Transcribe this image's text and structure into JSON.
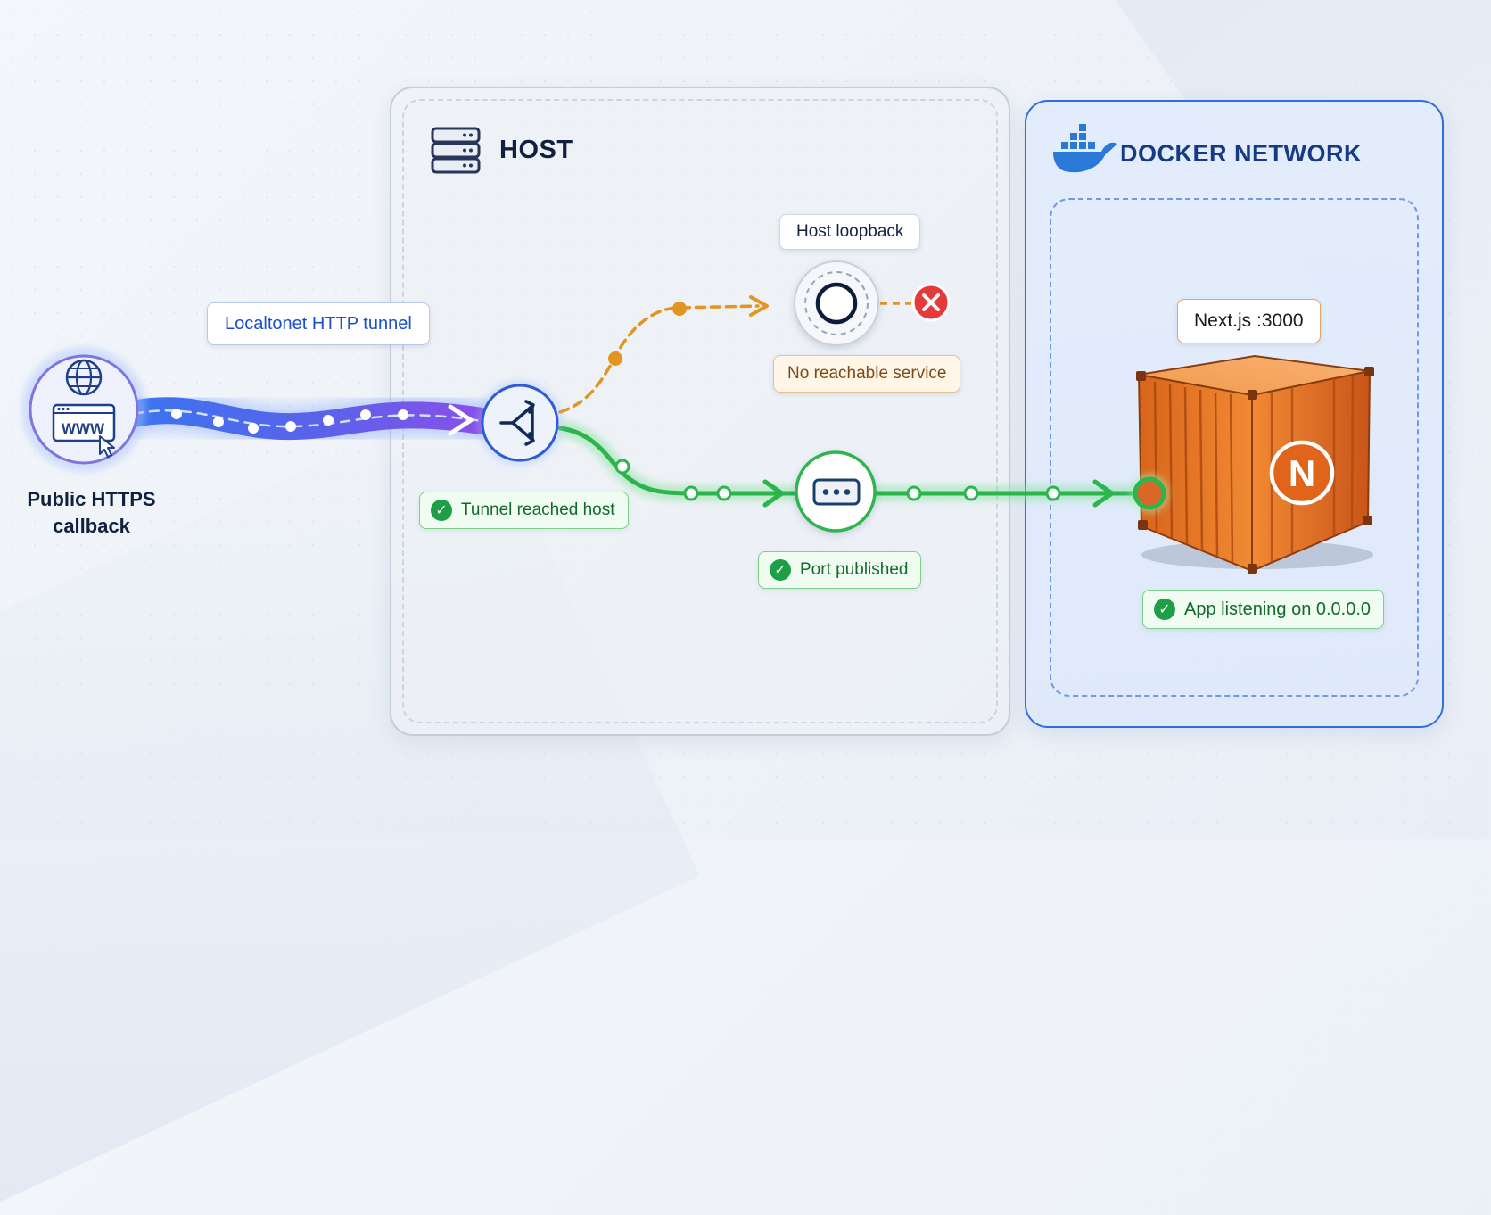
{
  "public": {
    "label": "Public HTTPS callback",
    "icon": "globe-www-cursor-icon"
  },
  "tunnel": {
    "label": "Localtonet HTTP tunnel",
    "status": "Tunnel reached host"
  },
  "host": {
    "title": "HOST",
    "icon": "server-rack-icon"
  },
  "loopback": {
    "label": "Host loopback",
    "status": "No reachable service",
    "icon": "loopback-ring-icon",
    "error_icon": "x-circle-icon"
  },
  "port": {
    "status": "Port published",
    "icon": "port-dots-icon"
  },
  "docker": {
    "title": "DOCKER NETWORK",
    "icon": "docker-whale-icon"
  },
  "app": {
    "label": "Next.js :3000",
    "status": "App listening on 0.0.0.0",
    "icon": "shipping-container-icon",
    "logo": "N"
  },
  "colors": {
    "tunnel_blue": "#2f63e8",
    "tunnel_purple": "#7a4dea",
    "success_green": "#27b34a",
    "fail_orange": "#e08a1e",
    "error_red": "#e5393a",
    "docker_blue": "#2f6fdc",
    "container_orange": "#e3701c"
  }
}
